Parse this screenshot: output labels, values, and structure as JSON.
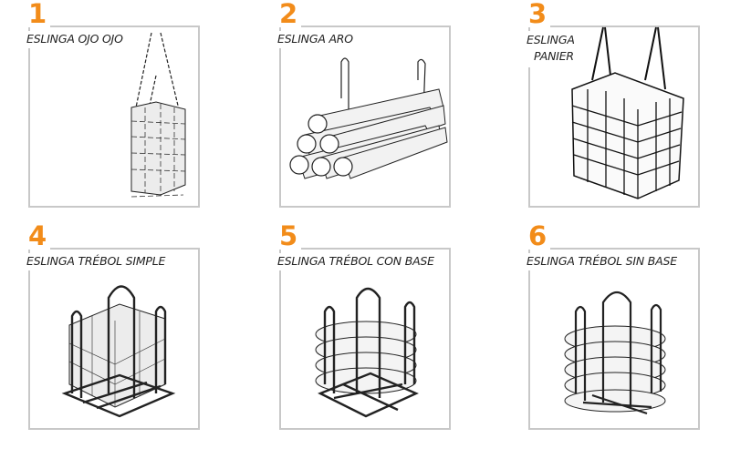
{
  "panels": [
    {
      "number": "1",
      "title": "ESLINGA OJO OJO"
    },
    {
      "number": "2",
      "title": "ESLINGA ARO"
    },
    {
      "number": "3",
      "title": "ESLINGA",
      "title_line2": "PANIER"
    },
    {
      "number": "4",
      "title": "ESLINGA TRÉBOL SIMPLE"
    },
    {
      "number": "5",
      "title": "ESLINGA TRÉBOL CON BASE"
    },
    {
      "number": "6",
      "title": "ESLINGA TRÉBOL SIN BASE"
    }
  ],
  "colors": {
    "accent": "#f28c1a",
    "border": "#c8c8c8"
  }
}
